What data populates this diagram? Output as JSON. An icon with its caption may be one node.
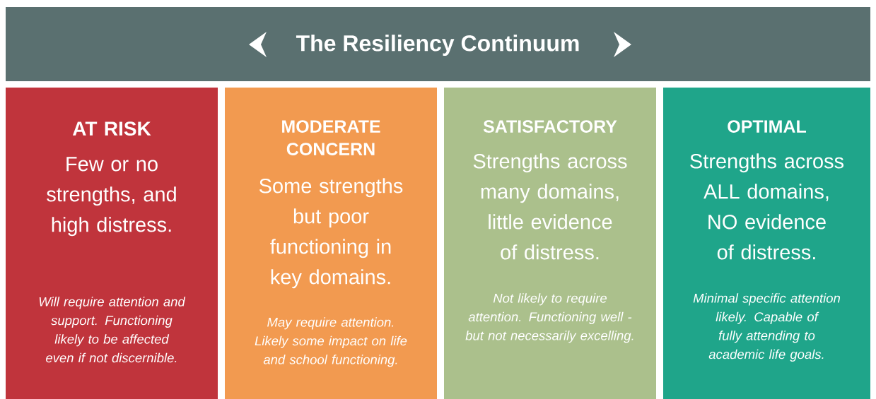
{
  "diagram": {
    "nodes": [
      {
        "text": [
          "The Resiliency Continuum"
        ]
      },
      {
        "text": [
          "AT RISK",
          "Few or no strengths, and high distress.",
          "Will require attention and support. Functioning likely to be affected even if not discernible."
        ]
      },
      {
        "text": [
          "MODERATE CONCERN",
          "Some strengths but poor functioning in key domains.",
          "May require attention. Likely some impact on life and school functioning."
        ]
      },
      {
        "text": [
          "SATISFACTORY",
          "Strengths across many domains, little evidence of distress.",
          "Not likely to require attention. Functioning well - but not necessarily excelling."
        ]
      },
      {
        "text": [
          "OPTIMAL",
          "Strengths across ALL domains, NO evidence of distress.",
          "Minimal specific attention likely. Capable of fully attending to academic life goals."
        ]
      }
    ]
  }
}
